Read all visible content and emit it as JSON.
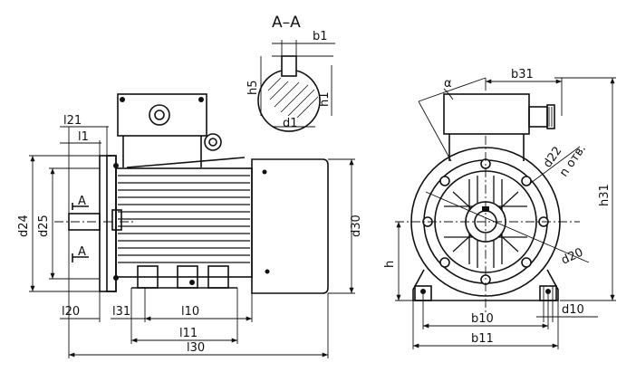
{
  "section_title": "A–A",
  "labels": {
    "b1": "b1",
    "h5": "h5",
    "h1": "h1",
    "d1": "d1",
    "l21": "l21",
    "l1": "l1",
    "d24": "d24",
    "d25": "d25",
    "a_top": "A",
    "a_bottom": "A",
    "d30": "d30",
    "l20": "l20",
    "l31": "l31",
    "l10": "l10",
    "l11": "l11",
    "l30": "l30",
    "alpha": "α",
    "b31": "b31",
    "d22": "d22",
    "n_otv": "n отв.",
    "h31": "h31",
    "h": "h",
    "d20": "d20",
    "b10": "b10",
    "d10": "d10",
    "b11": "b11"
  }
}
